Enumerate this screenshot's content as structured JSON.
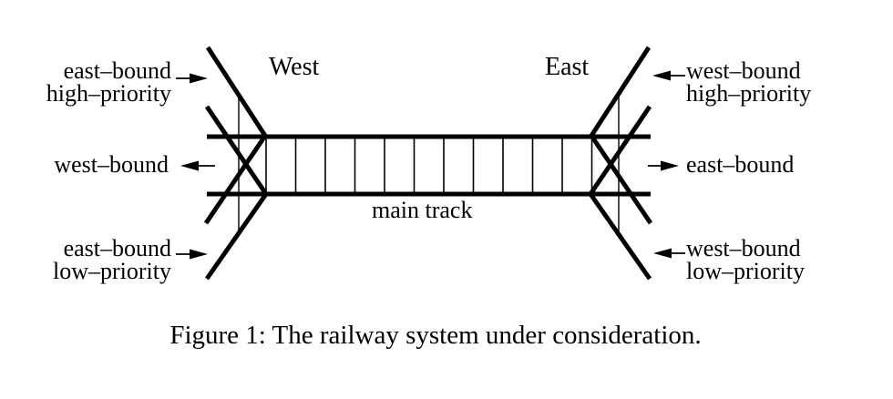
{
  "figure": {
    "kind": "railway-system-diagram",
    "west_label": "West",
    "east_label": "East",
    "main_track_label": "main track",
    "caption": "Figure 1: The railway system under consideration.",
    "branch_labels": {
      "west_side": {
        "inbound_high": {
          "line1": "east–bound",
          "line2": "high–priority"
        },
        "outbound": "west–bound",
        "inbound_low": {
          "line1": "east–bound",
          "line2": "low–priority"
        }
      },
      "east_side": {
        "inbound_high": {
          "line1": "west–bound",
          "line2": "high–priority"
        },
        "outbound": "east–bound",
        "inbound_low": {
          "line1": "west–bound",
          "line2": "low–priority"
        }
      }
    },
    "colors": {
      "ink": "#000000",
      "background": "#ffffff"
    }
  }
}
